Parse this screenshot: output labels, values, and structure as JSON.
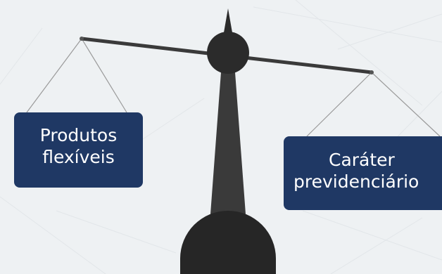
{
  "left_label": {
    "line1": "Produtos",
    "line2": "flexíveis"
  },
  "right_label": {
    "line1": "Caráter",
    "line2": "previdenciário"
  },
  "colors": {
    "background": "#eef1f3",
    "box_fill": "#1f3864",
    "box_text": "#ffffff",
    "scale_dark": "#2b2b2b",
    "scale_post": "#3a3a3a",
    "cord": "#9a9a9a"
  }
}
